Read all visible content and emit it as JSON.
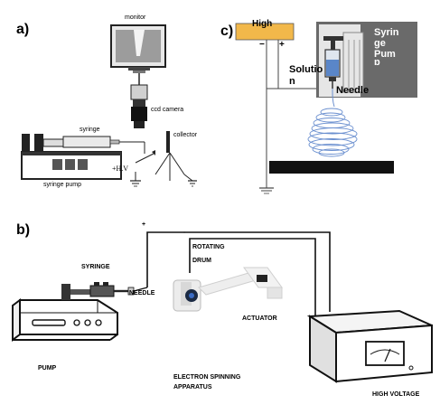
{
  "panels": {
    "a": {
      "label": "a)",
      "monitor": "monitor",
      "ccd_camera": "ccd camera",
      "syringe": "syringe",
      "collector": "collector",
      "hv": "+H.V",
      "syringe_pump": "syringe pump"
    },
    "b": {
      "label": "b)",
      "plus": "+",
      "minus": "-",
      "syringe": "SYRINGE",
      "rotating": "ROTATING",
      "drum": "DRUM",
      "needle": "NEEDLE",
      "actuator": "ACTUATOR",
      "pump": "PUMP",
      "apparatus_line1": "ELECTRON SPINNING",
      "apparatus_line2": "APPARATUS",
      "high_voltage": "HIGH VOLTAGE"
    },
    "c": {
      "label": "c)",
      "high": "High",
      "minus": "−",
      "plus": "+",
      "pump_line1": "Syrin",
      "pump_line2": "ge",
      "pump_line3": "Pum",
      "pump_line4": "p",
      "solution_line1": "Solutio",
      "solution_line2": "n",
      "needle": "Needle"
    }
  },
  "colors": {
    "high_voltage_box": "#f2b84a",
    "syringe_pump_box": "#6a6a6a",
    "fiber": "#6a8fcf",
    "solution": "#5a86c8",
    "collector_plate": "#111111"
  }
}
